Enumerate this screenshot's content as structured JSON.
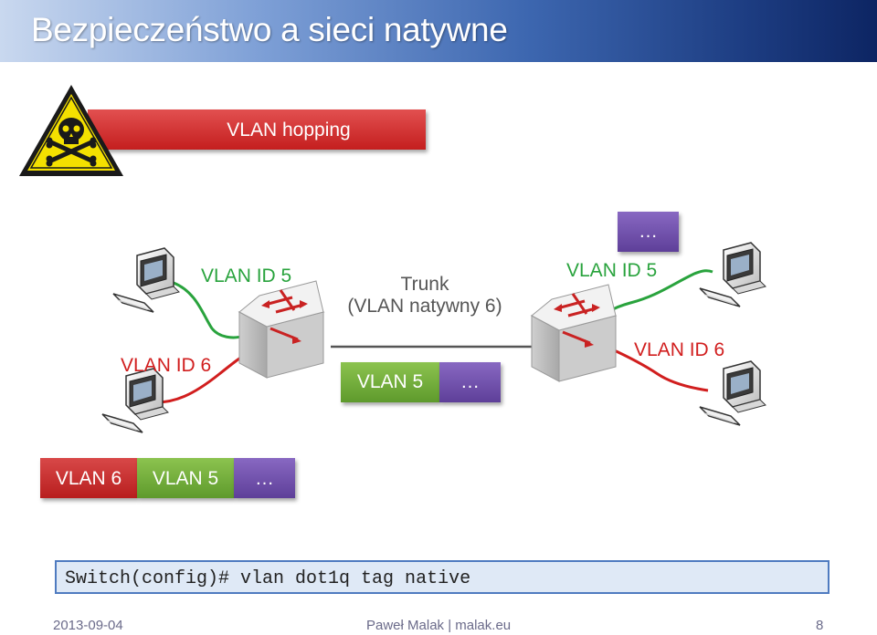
{
  "header": {
    "title": "Bezpieczeństwo a sieci natywne"
  },
  "banner": {
    "label": "VLAN hopping"
  },
  "labels": {
    "left_vlan5": "VLAN ID 5",
    "left_vlan6": "VLAN ID 6",
    "trunk_line1": "Trunk",
    "trunk_line2": "(VLAN natywny 6)",
    "right_vlan5": "VLAN ID 5",
    "right_vlan6": "VLAN ID 6"
  },
  "frames": {
    "top_right": "…",
    "middle": [
      "VLAN 5",
      "…"
    ],
    "bottom": [
      "VLAN 6",
      "VLAN 5",
      "…"
    ]
  },
  "command": "Switch(config)# vlan dot1q tag native",
  "footer": {
    "date": "2013-09-04",
    "author": "Paweł Malak | malak.eu",
    "page": "8"
  },
  "colors": {
    "green": "#29a33d",
    "red": "#d11e1e",
    "purple": "#6a4aa8",
    "title_blue": "#1d3d82"
  },
  "icons": [
    "hazard-warning-icon",
    "computer-icon",
    "switch-icon"
  ]
}
